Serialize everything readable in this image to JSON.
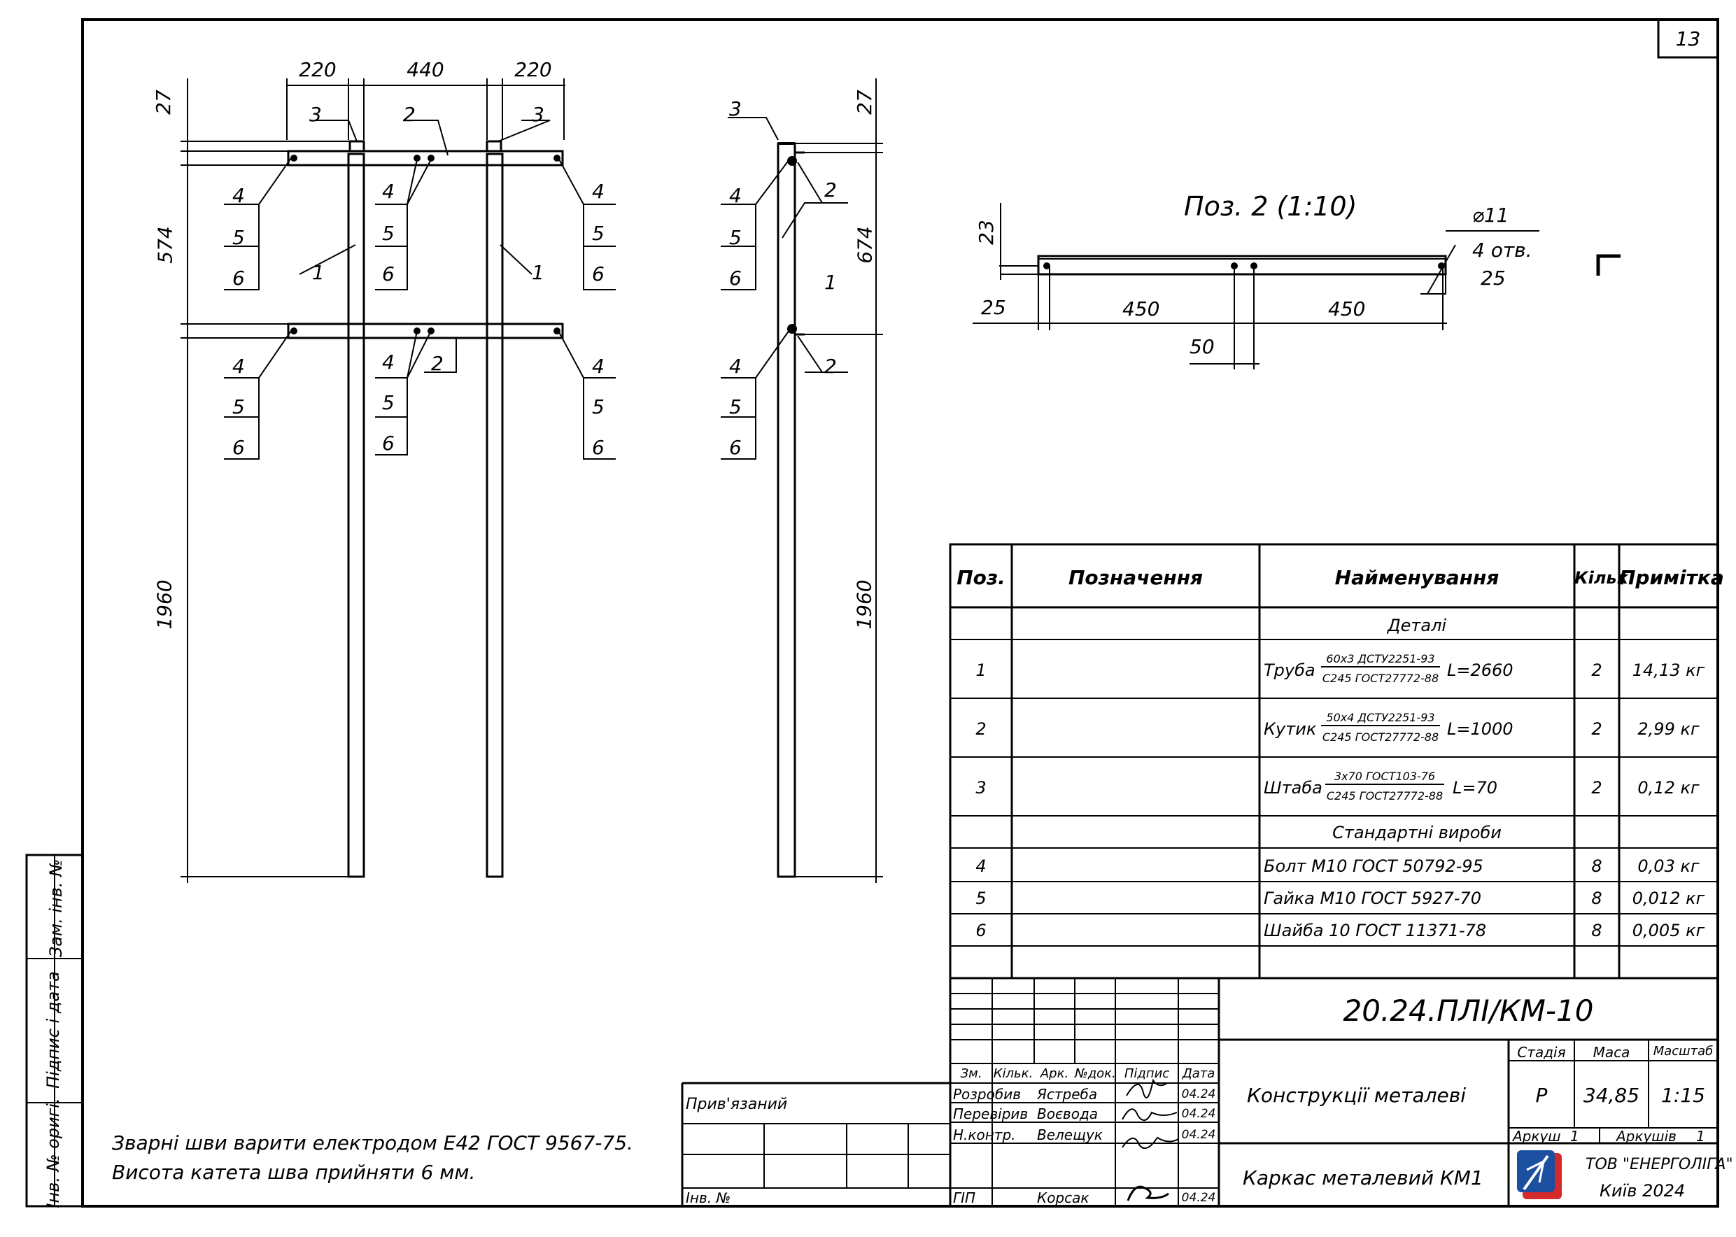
{
  "sheet_number": "13",
  "side_stamp": {
    "inv_no_replaced": "Зам. інв. №",
    "sign_date": "Підпис і дата",
    "inv_no_original": "Інв. № оригі."
  },
  "drawing": {
    "front_view": {
      "dim_top": [
        "220",
        "440",
        "220"
      ],
      "dim_left": [
        "27",
        "574",
        "1960"
      ],
      "callouts_top": [
        "3",
        "2",
        "3"
      ],
      "callout_pipe": "1",
      "callout_beam_bottom": "2",
      "fastener_callouts": [
        "4",
        "5",
        "6"
      ]
    },
    "side_view": {
      "callout_top": "3",
      "callout_pipe": "1",
      "callout_beam": "2",
      "dim_right": [
        "27",
        "674",
        "1960"
      ],
      "fastener_callouts": [
        "4",
        "5",
        "6"
      ]
    },
    "detail": {
      "title": "Поз. 2 (1:10)",
      "hole_dia": "⌀11",
      "holes": "4 отв.",
      "dims": {
        "height": "23",
        "left_edge": "25",
        "right_edge": "25",
        "span_left": "450",
        "span_right": "450",
        "center": "50"
      }
    },
    "section_mark": "Г"
  },
  "notes": [
    "Зварні шви варити електродом Е42 ГОСТ 9567-75.",
    "Висота катета шва прийняти 6 мм."
  ],
  "spec_table": {
    "headers": {
      "pos": "Поз.",
      "designation": "Позначення",
      "name": "Найменування",
      "qty": "Кільк.",
      "note": "Примітка"
    },
    "section_details": "Деталі",
    "section_standard": "Стандартні вироби",
    "details": [
      {
        "pos": "1",
        "name": "Труба",
        "frac_top": "60x3 ДСТУ2251-93",
        "frac_bottom": "C245 ГОСТ27772-88",
        "length": "L=2660",
        "qty": "2",
        "note": "14,13 кг"
      },
      {
        "pos": "2",
        "name": "Кутик",
        "frac_top": "50x4 ДСТУ2251-93",
        "frac_bottom": "C245 ГОСТ27772-88",
        "length": "L=1000",
        "qty": "2",
        "note": "2,99 кг"
      },
      {
        "pos": "3",
        "name": "Штаба",
        "frac_top": "3x70 ГОСТ103-76",
        "frac_bottom": "C245 ГОСТ27772-88",
        "length": "L=70",
        "qty": "2",
        "note": "0,12 кг"
      }
    ],
    "standard": [
      {
        "pos": "4",
        "name": "Болт М10 ГОСТ 50792-95",
        "qty": "8",
        "note": "0,03 кг"
      },
      {
        "pos": "5",
        "name": "Гайка М10 ГОСТ 5927-70",
        "qty": "8",
        "note": "0,012 кг"
      },
      {
        "pos": "6",
        "name": "Шайба 10 ГОСТ 11371-78",
        "qty": "8",
        "note": "0,005 кг"
      }
    ]
  },
  "title_block": {
    "doc_code": "20.24.ПЛІ/КМ-10",
    "section_title": "Конструкції металеві",
    "drawing_title": "Каркас металевий КМ1",
    "labels": {
      "stage": "Стадія",
      "mass": "Маса",
      "scale": "Масштаб",
      "sheet": "Аркуш",
      "sheets": "Аркушів"
    },
    "stage": "Р",
    "mass": "34,85",
    "scale": "1:15",
    "sheet": "1",
    "sheets": "1",
    "change_headers": [
      "Зм.",
      "Кільк.",
      "Арк.",
      "№док.",
      "Підпис",
      "Дата"
    ],
    "signatures": [
      {
        "role": "Розробив",
        "name": "Ястреба",
        "date": "04.24"
      },
      {
        "role": "Перевірив",
        "name": "Воєвода",
        "date": "04.24"
      },
      {
        "role": "Н.контр.",
        "name": "Велещук",
        "date": "04.24"
      },
      {
        "role": "ГІП",
        "name": "Корсак",
        "date": "04.24"
      }
    ],
    "company": "ТОВ \"ЕНЕРГОЛІГА\"",
    "city_year": "Київ 2024",
    "attached_label": "Прив'язаний",
    "inv_label": "Інв. №"
  },
  "colors": {
    "logo_blue": "#1c4fa0",
    "logo_red": "#d42a2a"
  }
}
